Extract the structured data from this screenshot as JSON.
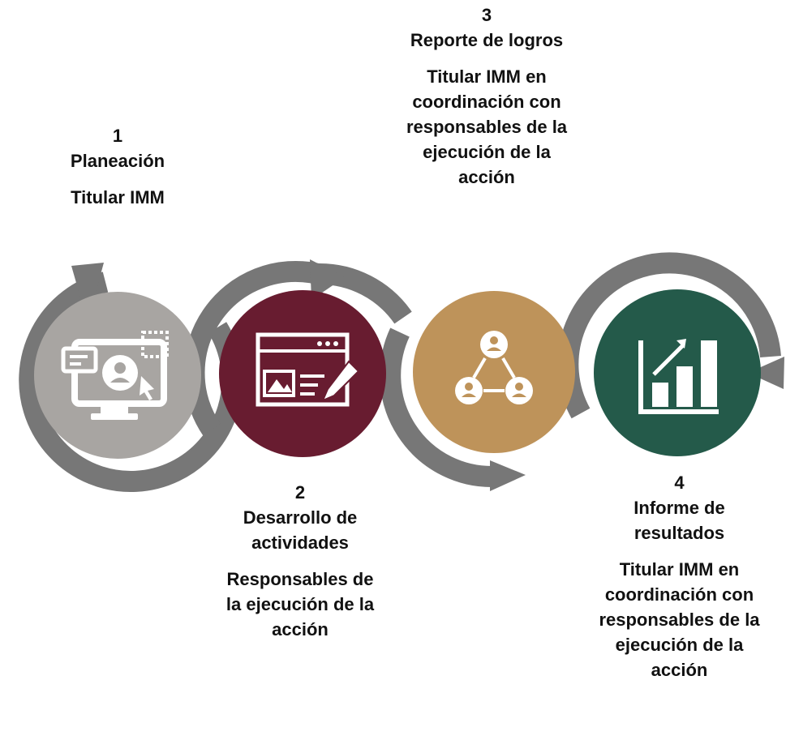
{
  "steps": [
    {
      "number": "1",
      "title": "Planeación",
      "owner": "Titular IMM",
      "icon": "computer-user-icon",
      "color": "#a8a5a2"
    },
    {
      "number": "2",
      "title": "Desarrollo de actividades",
      "owner": "Responsables de la ejecución de la acción",
      "icon": "document-edit-icon",
      "color": "#681c30"
    },
    {
      "number": "3",
      "title": "Reporte de logros",
      "owner": "Titular IMM en coordinación con responsables de la ejecución de la acción",
      "icon": "people-network-icon",
      "color": "#be935a"
    },
    {
      "number": "4",
      "title": "Informe de resultados",
      "owner": "Titular IMM en coordinación con responsables de la ejecución de la acción",
      "icon": "bar-chart-growth-icon",
      "color": "#245a4a"
    }
  ],
  "connector_color": "#777777"
}
